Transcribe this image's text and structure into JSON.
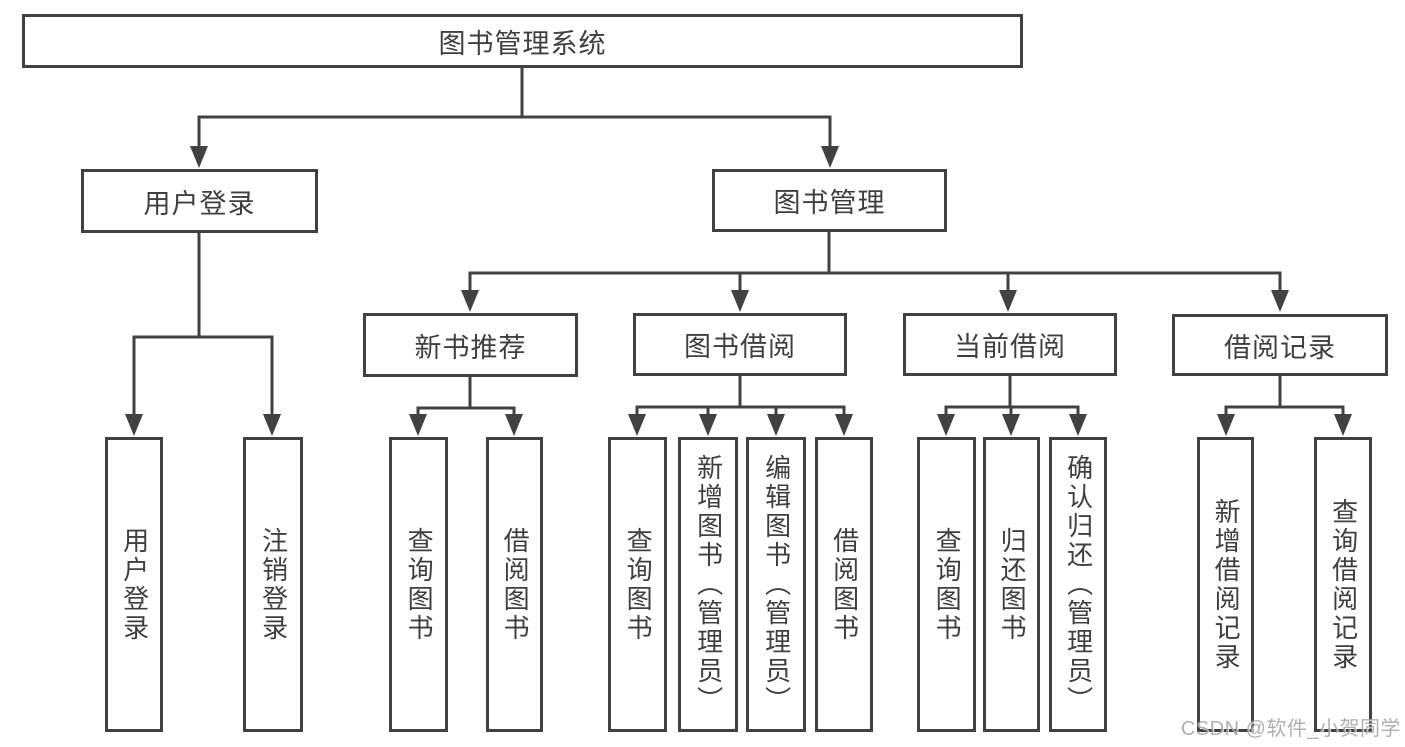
{
  "tree": {
    "root": {
      "label": "图书管理系统"
    },
    "level2": [
      {
        "label": "用户登录"
      },
      {
        "label": "图书管理"
      }
    ],
    "level3": [
      {
        "label": "新书推荐"
      },
      {
        "label": "图书借阅"
      },
      {
        "label": "当前借阅"
      },
      {
        "label": "借阅记录"
      }
    ],
    "leaves": [
      {
        "label": "用户登录"
      },
      {
        "label": "注销登录"
      },
      {
        "label": "查询图书"
      },
      {
        "label": "借阅图书"
      },
      {
        "label": "查询图书"
      },
      {
        "label": "新增图书（管理员）"
      },
      {
        "label": "编辑图书（管理员）"
      },
      {
        "label": "借阅图书"
      },
      {
        "label": "查询图书"
      },
      {
        "label": "归还图书"
      },
      {
        "label": "确认归还（管理员）"
      },
      {
        "label": "新增借阅记录"
      },
      {
        "label": "查询借阅记录"
      }
    ]
  },
  "watermark": {
    "text": "CSDN @软件_小贺同学"
  },
  "colors": {
    "line": "#414141",
    "text": "#3f3f3f",
    "background": "#ffffff",
    "watermark": "#a3a3a3"
  }
}
